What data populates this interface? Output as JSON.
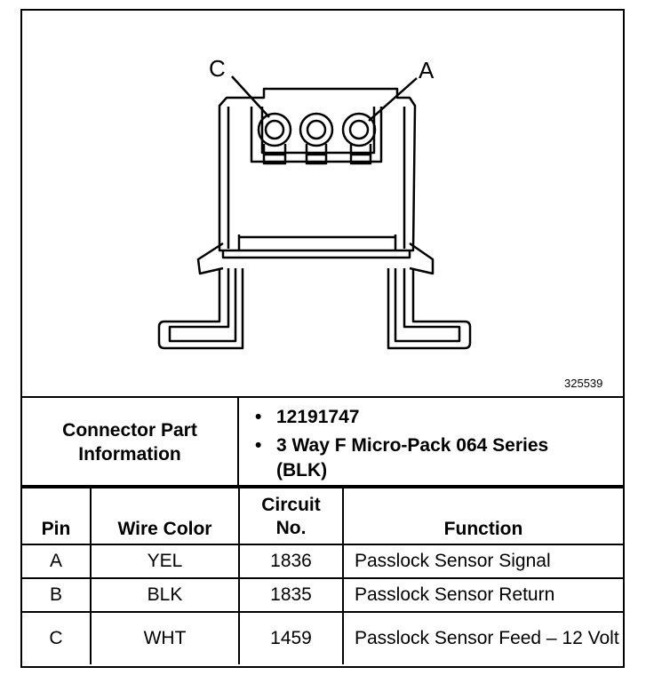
{
  "diagram": {
    "pin_labels": {
      "left": "C",
      "right": "A"
    },
    "figure_number": "325539"
  },
  "connector_info": {
    "label": "Connector Part Information",
    "items": [
      {
        "bullet": "•",
        "text": "12191747"
      },
      {
        "bullet": "•",
        "text": "3 Way F Micro-Pack 064 Series (BLK)"
      }
    ]
  },
  "pin_table": {
    "headers": {
      "pin": "Pin",
      "wire_color": "Wire Color",
      "circuit_no": "Circuit No.",
      "function": "Function"
    },
    "rows": [
      {
        "pin": "A",
        "wire_color": "YEL",
        "circuit": "1836",
        "function": "Passlock Sensor Signal"
      },
      {
        "pin": "B",
        "wire_color": "BLK",
        "circuit": "1835",
        "function": "Passlock Sensor Return"
      },
      {
        "pin": "C",
        "wire_color": "WHT",
        "circuit": "1459",
        "function": "Passlock Sensor Feed – 12 Volt"
      }
    ]
  }
}
